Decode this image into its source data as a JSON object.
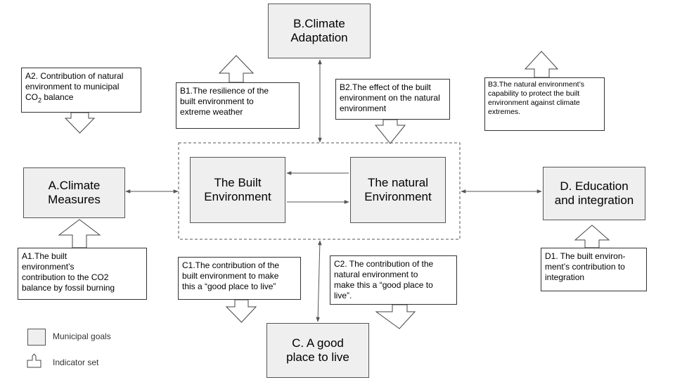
{
  "goals": {
    "a": "A.Climate\nMeasures",
    "b": "B.Climate\nAdaptation",
    "c": "C. A good\nplace to live",
    "d": "D. Education\nand integration"
  },
  "environments": {
    "built": "The Built\nEnvironment",
    "natural": "The natural\nEnvironment"
  },
  "indicators": {
    "a1": "A1.The built\nenvironment’s\ncontribution to the CO2\nbalance by fossil burning",
    "a2_main": "A2. Contribution of natural\nenvironment to municipal\nCO",
    "a2_sub": "2",
    "a2_tail": " balance",
    "b1": "B1.The resilience of the\nbuilt environment to\nextreme weather",
    "b2": "B2.The effect of the built\nenvironment on the natural\nenvironment",
    "b3": "B3.The natural environment’s\ncapability to protect the built\nenvironment against climate\nextremes.",
    "c1": "C1.The contribution of the\nbuilt environment to make\nthis a “good place to live”",
    "c2": "C2. The contribution of the\nnatural environment to\nmake this a “good place to\nlive”.",
    "d1": "D1. The built environ-\nment’s contribution to\nintegration"
  },
  "legend": {
    "goals_label": "Municipal goals",
    "indicators_label": "Indicator set"
  },
  "colors": {
    "box_fill": "#efefef",
    "stroke": "#555555",
    "arrow_line": "#555555"
  }
}
